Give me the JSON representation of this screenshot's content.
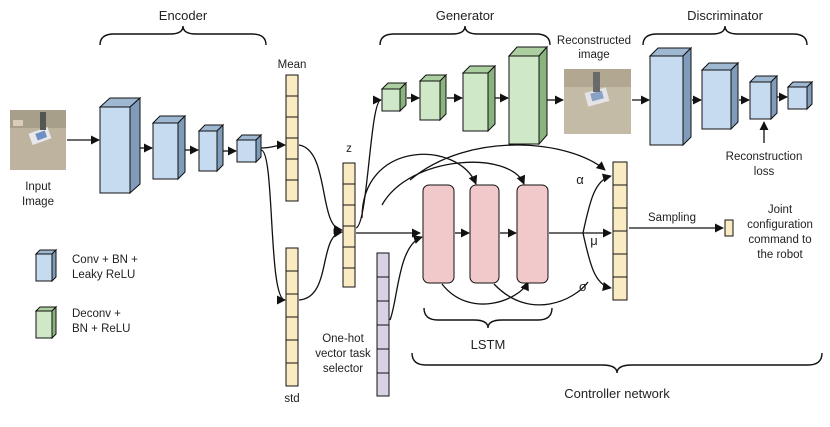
{
  "title": "",
  "sections": {
    "encoder": "Encoder",
    "generator": "Generator",
    "discriminator": "Discriminator",
    "lstm": "LSTM",
    "controller": "Controller network"
  },
  "labels": {
    "input_image_1": "Input",
    "input_image_2": "Image",
    "mean": "Mean",
    "std": "std",
    "z": "z",
    "reconstructed_1": "Reconstructed",
    "reconstructed_2": "image",
    "reconstruction_loss_1": "Reconstruction",
    "reconstruction_loss_2": "loss",
    "alpha": "α",
    "mu": "μ",
    "sigma": "σ",
    "sampling": "Sampling",
    "joint_1": "Joint",
    "joint_2": "configuration",
    "joint_3": "command to",
    "joint_4": "the robot",
    "onehot_1": "One-hot",
    "onehot_2": "vector task",
    "onehot_3": "selector"
  },
  "legend": {
    "conv_1": "Conv + BN +",
    "conv_2": "Leaky ReLU",
    "deconv_1": "Deconv +",
    "deconv_2": "BN + ReLU"
  },
  "colors": {
    "conv_blue": "#c6dbef",
    "deconv_green": "#cfe8c7",
    "vector_yellow": "#fbebc3",
    "lstm_pink": "#f2c9ca",
    "onehot_purple": "#d9d2e6",
    "image_bg": "#b9b09c"
  }
}
